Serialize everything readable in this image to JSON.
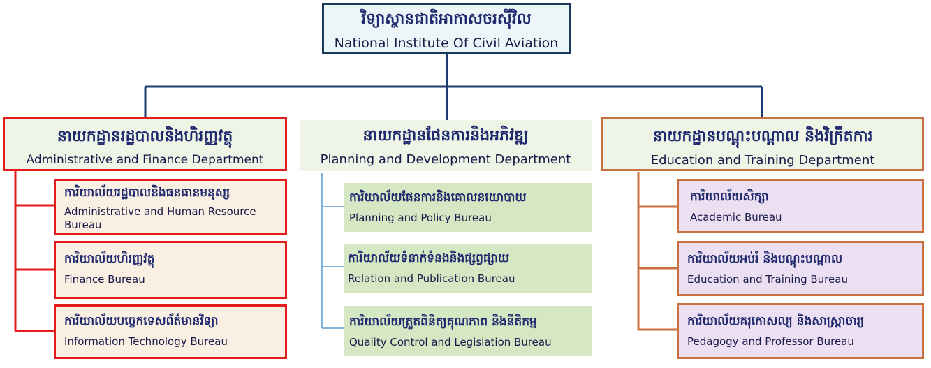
{
  "colors": {
    "root_bg": "#ecf6f8",
    "root_border": "#1a3a5a",
    "admin_border": "#e31b1b",
    "admin_bg": "#f9efe2",
    "admin_dept_bg": "#eef5e6",
    "planning_bg": "#d6e7c4",
    "planning_dept_bg": "#eef5e6",
    "planning_line": "#5b9bd5",
    "edu_border": "#c8703f",
    "edu_bg": "#ecdff2",
    "edu_dept_bg": "#eef5e6",
    "top_line": "#1f3a6e"
  },
  "root": {
    "khmer": "វិទ្យាស្ថានជាតិអាកាសចរស៊ីវិល",
    "english": "National Institute Of Civil Aviation"
  },
  "departments": [
    {
      "khmer": "នាយកដ្ឋានរដ្ឋបាលនិងហិរញ្ញវត្ថុ",
      "english": "Administrative and Finance Department",
      "bureaus": [
        {
          "khmer": "ការិយាល័យរដ្ឋបាលនិងធនធានមនុស្ស",
          "english": "Administrative and Human Resource Bureau"
        },
        {
          "khmer": "ការិយាល័យហិរញ្ញវត្ថុ",
          "english": "Finance Bureau"
        },
        {
          "khmer": "ការិយាល័យបច្ចេកទេសព័ត៌មានវិទ្យា",
          "english": "Information Technology Bureau"
        }
      ]
    },
    {
      "khmer": "នាយកដ្ឋានផែនការនិងអភិវឌ្ឍ",
      "english": "Planning and Development Department",
      "bureaus": [
        {
          "khmer": "ការិយាល័យផែនការនិងគោលនយោបាយ",
          "english": "Planning and Policy Bureau"
        },
        {
          "khmer": "ការិយាល័យទំនាក់ទំនងនិងផ្សព្វផ្សាយ",
          "english": "Relation and Publication Bureau"
        },
        {
          "khmer": "ការិយាល័យត្រួតពិនិត្យគុណភាព និងនីតិកម្ម",
          "english": "Quality Control and Legislation Bureau"
        }
      ]
    },
    {
      "khmer": "នាយកដ្ឋានបណ្តុះបណ្តាល និងវិក្រឹតការ",
      "english": "Education and Training Department",
      "bureaus": [
        {
          "khmer": "ការិយាល័យសិក្សា",
          "english": "Academic Bureau"
        },
        {
          "khmer": "ការិយាល័យអប់រំ និងបណ្តុះបណ្តាល",
          "english": "Education and Training Bureau"
        },
        {
          "khmer": "ការិយាល័យគរុកោសល្យ និងសាស្ត្រាចារ្យ",
          "english": "Pedagogy and Professor Bureau"
        }
      ]
    }
  ]
}
